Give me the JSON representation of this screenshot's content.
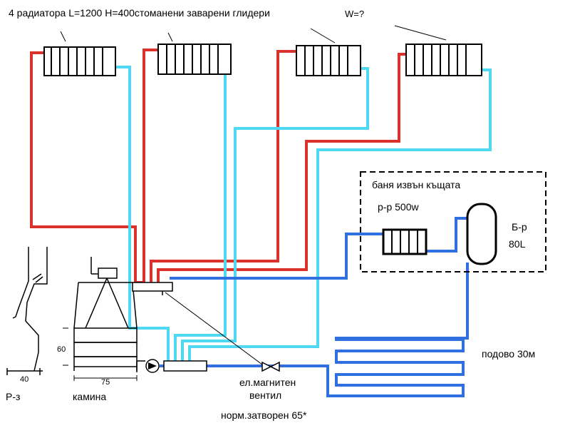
{
  "labels": {
    "title": "4 радиатора L=1200 H=400стоманени заварени глидери",
    "w_question": "W=?",
    "bath_outside": "баня извън къщата",
    "radiator_500": "р-р 500w",
    "boiler_name": "Б-р",
    "boiler_volume": "80L",
    "floor_heating": "подово 30м",
    "valve_line1": "ел.магнитен",
    "valve_line2": "вентил",
    "valve_line3": "норм.затворен 65*",
    "section_label": "Р-з",
    "fireplace_label": "камина",
    "dim_60": "60",
    "dim_40": "40",
    "dim_75": "75"
  },
  "colors": {
    "supply": "#d9312b",
    "return_cyan": "#4fd8f2",
    "return_blue": "#2f6fe0",
    "outline": "#000000"
  }
}
